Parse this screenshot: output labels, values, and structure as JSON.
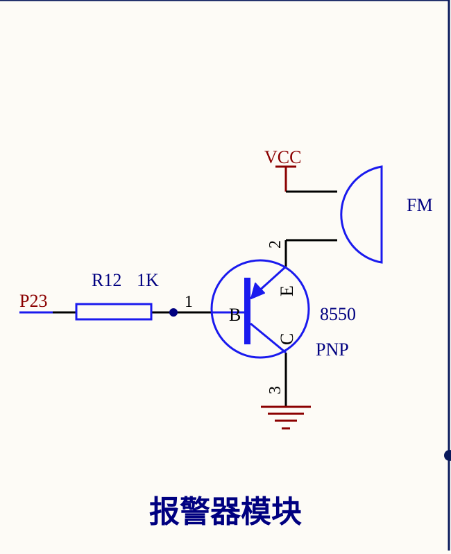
{
  "colors": {
    "background": "#fdfbf6",
    "wire": "#000000",
    "component": "#1a1aee",
    "power": "#8b0000",
    "label": "#000080",
    "border": "#0a1a5c"
  },
  "labels": {
    "vcc": "VCC",
    "p23": "P23",
    "resistor_ref": "R12",
    "resistor_value": "1K",
    "transistor_part": "8550",
    "transistor_type": "PNP",
    "buzzer_ref": "FM",
    "pin_base": "1",
    "pin_emitter": "2",
    "pin_collector": "3",
    "base_letter": "B",
    "emitter_letter": "E",
    "collector_letter": "C",
    "title": "报警器模块"
  }
}
